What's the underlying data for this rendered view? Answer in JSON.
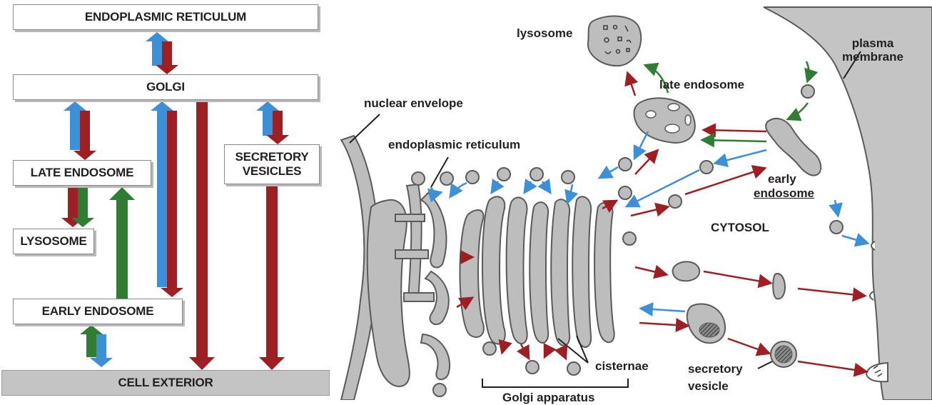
{
  "flow_chart": {
    "er": "ENDOPLASMIC RETICULUM",
    "golgi": "GOLGI",
    "late_endosome": "LATE ENDOSOME",
    "secretory_vesicles": "SECRETORY\nVESICLES",
    "lysosome": "LYSOSOME",
    "early_endosome": "EARLY ENDOSOME",
    "cell_exterior": "CELL EXTERIOR"
  },
  "cell_diagram": {
    "lysosome": "lysosome",
    "late_endosome": "late endosome",
    "plasma_membrane": "plasma\nmembrane",
    "nuclear_envelope": "nuclear envelope",
    "endoplasmic_reticulum": "endoplasmic reticulum",
    "early_endosome_1": "early",
    "early_endosome_2": "endosome",
    "cytosol": "CYTOSOL",
    "cisternae": "cisternae",
    "secretory_vesicle_1": "secretory",
    "secretory_vesicle_2": "vesicle",
    "golgi_apparatus": "Golgi apparatus"
  },
  "colors": {
    "red_arrow": "#9e1f23",
    "blue_arrow": "#3d8fd6",
    "green_arrow": "#2f7d32",
    "organelle_fill": "#bdbdbd",
    "organelle_stroke": "#5a5a5a",
    "membrane_fill": "#c4c4c4"
  }
}
